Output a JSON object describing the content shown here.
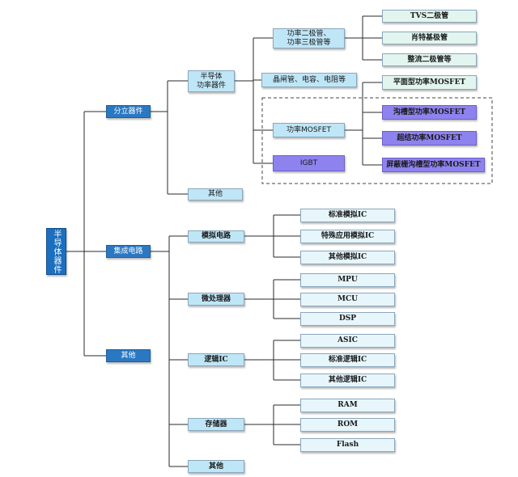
{
  "root": "半导体器件",
  "discrete": "分立器件",
  "ic": "集成电路",
  "other_top": "其他",
  "power": "半导体\n功率器件",
  "discrete_other": "其他",
  "diode_group": "功率二极管、\n功率三极管等",
  "thyristor": "晶闸管、电容、电阻等",
  "mosfet": "功率MOSFET",
  "igbt": "IGBT",
  "tvs": "TVS二极管",
  "schottky": "肖特基极管",
  "rectifier": "整流二极管等",
  "planar": "平面型功率MOSFET",
  "trench": "沟槽型功率MOSFET",
  "superjunction": "超结功率MOSFET",
  "shielded": "屏蔽栅沟槽型功率MOSFET",
  "analog": "模拟电路",
  "micro": "微处理器",
  "logic": "逻辑IC",
  "memory": "存储器",
  "ic_other": "其他",
  "analog_items": [
    "标准模拟IC",
    "特殊应用模拟IC",
    "其他模拟IC"
  ],
  "micro_items": [
    "MPU",
    "MCU",
    "DSP"
  ],
  "logic_items": [
    "ASIC",
    "标准逻辑IC",
    "其他逻辑IC"
  ],
  "memory_items": [
    "RAM",
    "ROM",
    "Flash"
  ]
}
